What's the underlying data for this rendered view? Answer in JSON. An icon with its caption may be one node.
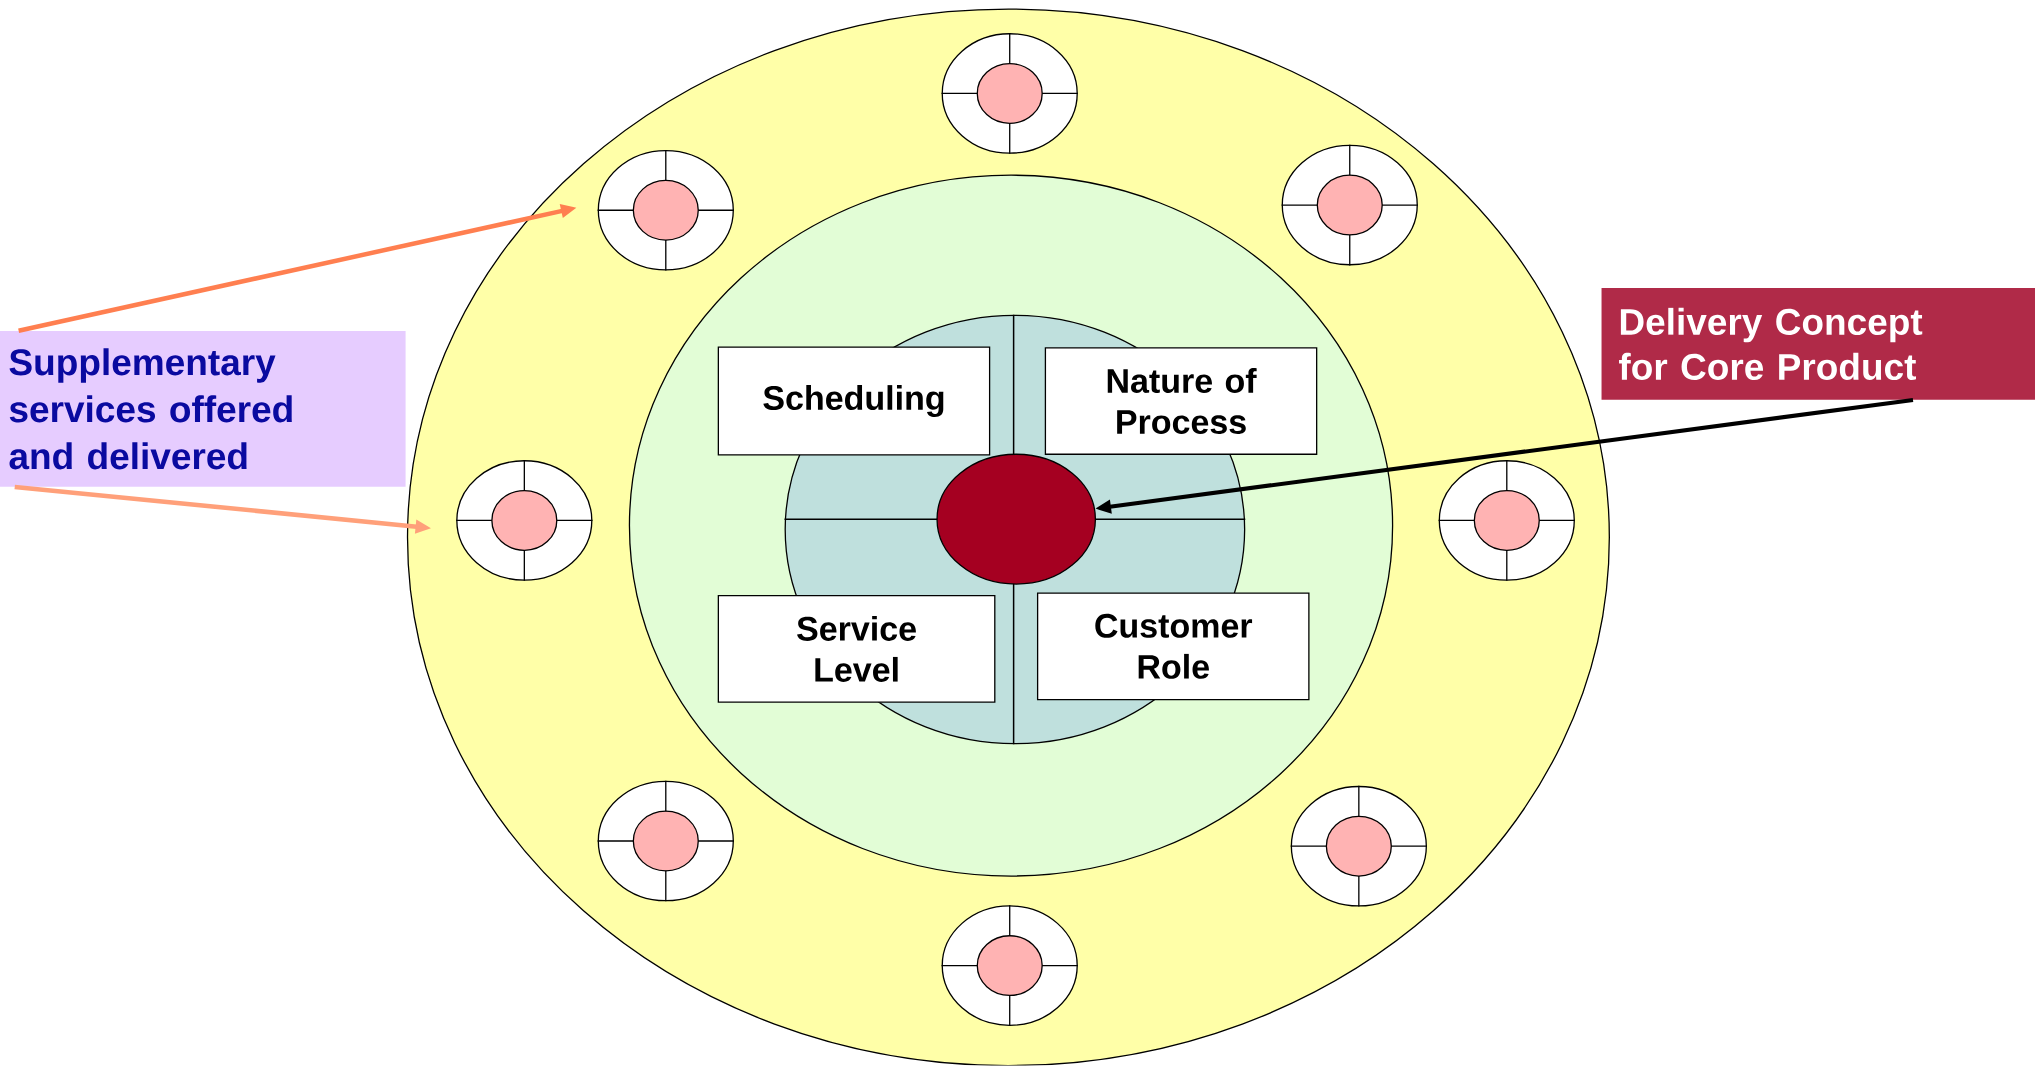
{
  "diagram": {
    "nodes": [
      {
        "text": [],
        "shape": "circle"
      },
      {
        "text": [],
        "shape": "circle",
        "in": 0
      },
      {
        "text": [],
        "shape": "circle",
        "in": 0
      },
      {
        "text": [],
        "shape": "circle",
        "in": 0
      },
      {
        "text": [],
        "shape": "circle",
        "in": 0
      },
      {
        "text": [],
        "shape": "circle",
        "in": 0
      },
      {
        "text": [],
        "shape": "circle",
        "in": 0
      },
      {
        "text": [],
        "shape": "circle",
        "in": 0
      },
      {
        "text": [],
        "shape": "circle",
        "in": 0
      },
      {
        "text": [],
        "shape": "circle",
        "in": 0
      },
      {
        "text": [],
        "shape": "circle",
        "in": 9
      },
      {
        "text": [
          "Scheduling"
        ],
        "in": 9
      },
      {
        "text": [
          "Nature of Process"
        ],
        "in": 9
      },
      {
        "text": [],
        "shape": "circle",
        "in": 10
      },
      {
        "text": [
          "Service Level"
        ],
        "in": 9
      },
      {
        "text": [
          "Customer Role"
        ],
        "in": 9
      },
      {
        "text": [
          "Supplementary services offered and delivered"
        ]
      },
      {
        "text": [
          "Delivery Concept for Core Product"
        ]
      }
    ],
    "edges": [
      {
        "from": 16,
        "to": 2,
        "arrow": "to",
        "color": "#ff7f50"
      },
      {
        "from": 16,
        "to": 4,
        "arrow": "to",
        "color": "#ffa07a"
      },
      {
        "from": 17,
        "to": 13,
        "arrow": "to",
        "color": "#000000"
      }
    ]
  }
}
